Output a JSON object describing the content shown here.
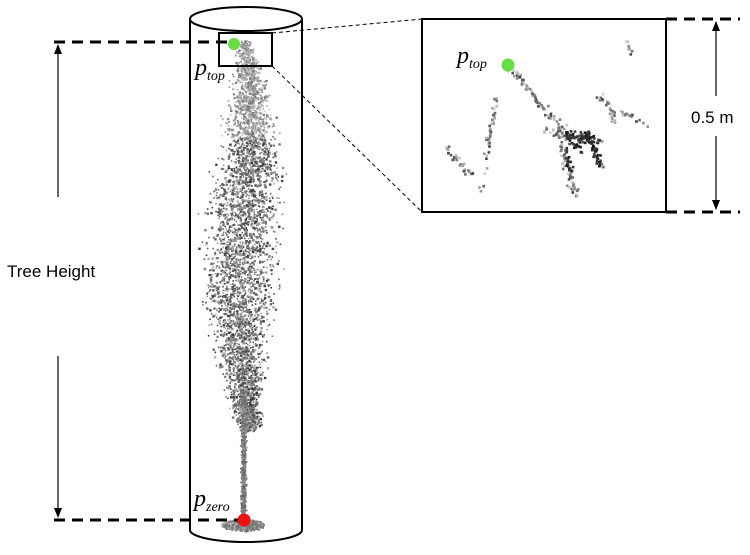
{
  "labels": {
    "p": "p",
    "top": "top",
    "zero": "zero",
    "tree_height": "Tree Height",
    "scale": "0.5 m"
  },
  "colors": {
    "top_point": "#66dd44",
    "zero_point": "#ee1111",
    "line": "#000000"
  }
}
